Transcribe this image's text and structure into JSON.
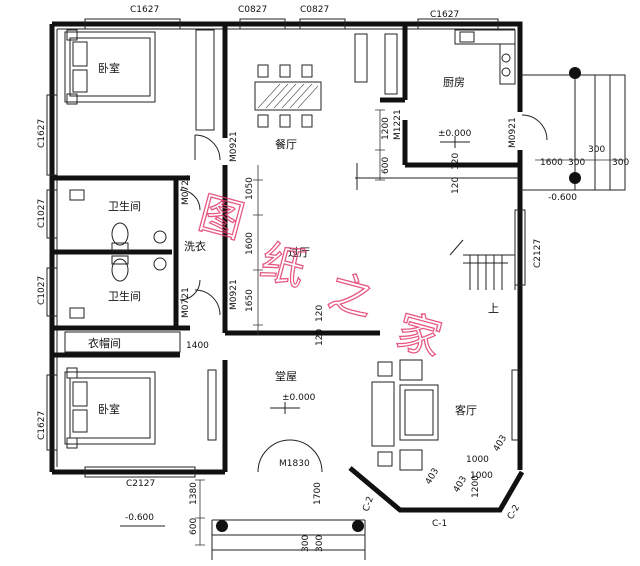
{
  "rooms": {
    "bedroom_top": "卧室",
    "bedroom_bottom": "卧室",
    "bathroom_top": "卫生间",
    "bathroom_bottom": "卫生间",
    "laundry": "洗衣",
    "closet": "衣帽间",
    "dining": "餐厅",
    "kitchen": "厨房",
    "corridor": "过厅",
    "hall": "堂屋",
    "living": "客厅",
    "stair_up": "上"
  },
  "levels": {
    "kitchen": "±0.000",
    "hall": "±0.000",
    "outside_right": "-0.600",
    "outside_left": "-0.600"
  },
  "codes": {
    "top_w1": "C1627",
    "top_w2": "C0827",
    "top_w3": "C0827",
    "top_w4": "C1627",
    "left_w1": "C1627",
    "left_w2": "C1027",
    "left_w3": "C1027",
    "left_w4": "C1627",
    "bottom_w1": "C2127",
    "right_w1": "C2127",
    "door_bed_top": "M0921",
    "door_bath_top": "M0721",
    "door_bath_bottom": "M0721",
    "door_bed_bottom": "M0921",
    "door_kitchen": "M0921",
    "door_dining_top": "M1221",
    "door_main": "M1830",
    "bay_left": "C-2",
    "bay_mid": "C-1",
    "bay_right": "C-2"
  },
  "dims": {
    "d1200": "1200",
    "d600": "600",
    "d120a": "120",
    "d120b": "120",
    "d120c": "120",
    "d1050": "1050",
    "d1600a": "1600",
    "d1650": "1650",
    "d120d": "120",
    "d1400": "1400",
    "d1600b": "1600",
    "d300a": "300",
    "d300b": "300",
    "d300c": "300",
    "d1380": "1380",
    "d600b": "600",
    "d300d": "300",
    "d300e": "300",
    "d1700": "1700",
    "d403a": "403",
    "d1000a": "1000",
    "d403b": "403",
    "d403c": "403",
    "d1000b": "1000"
  },
  "watermark": [
    "图",
    "纸",
    "之",
    "家"
  ],
  "colors": {
    "line": "#111111",
    "watermark": "#e23b6a"
  }
}
